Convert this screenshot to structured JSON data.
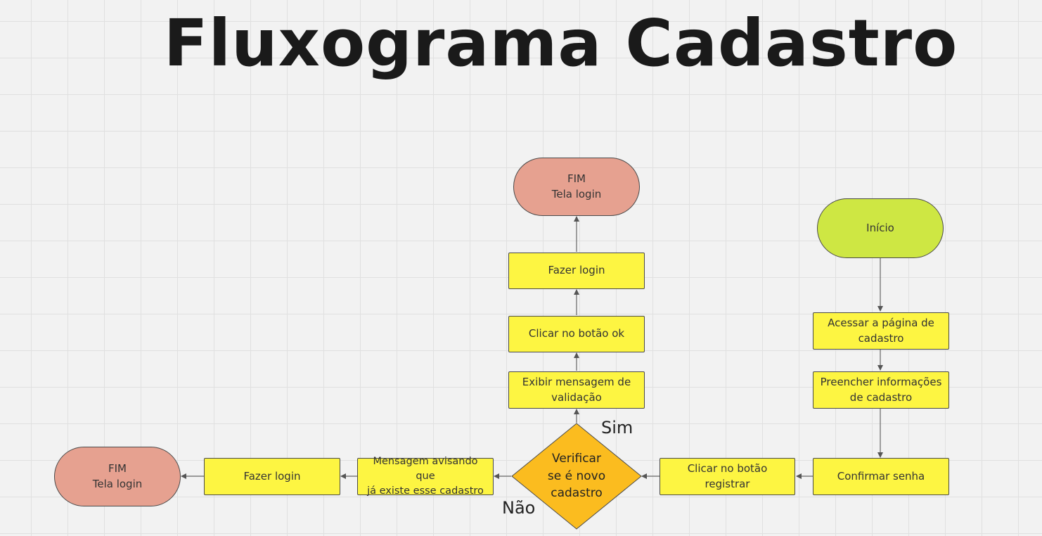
{
  "title": "Fluxograma Cadastro",
  "nodes": {
    "inicio": "Início",
    "acessar": "Acessar a página de\ncadastro",
    "preencher": "Preencher informações\nde cadastro",
    "confirmar": "Confirmar senha",
    "clicar_registrar": "Clicar no botão registrar",
    "decisao": "Verificar\nse é novo\ncadastro",
    "exibir": "Exibir mensagem de\nvalidação",
    "clicar_ok": "Clicar no botão  ok",
    "fazer_login_top": "Fazer login",
    "fim_top": "FIM\nTela login",
    "mensagem_existe": "Mensagem avisando que\njá existe esse cadastro",
    "fazer_login_bottom": "Fazer login",
    "fim_left": "FIM\nTela login"
  },
  "branch_labels": {
    "sim": "Sim",
    "nao": "Não"
  },
  "colors": {
    "process": "#fdf542",
    "decision": "#fbbc1f",
    "start": "#cee743",
    "end": "#e6a190",
    "connector": "#555555"
  }
}
